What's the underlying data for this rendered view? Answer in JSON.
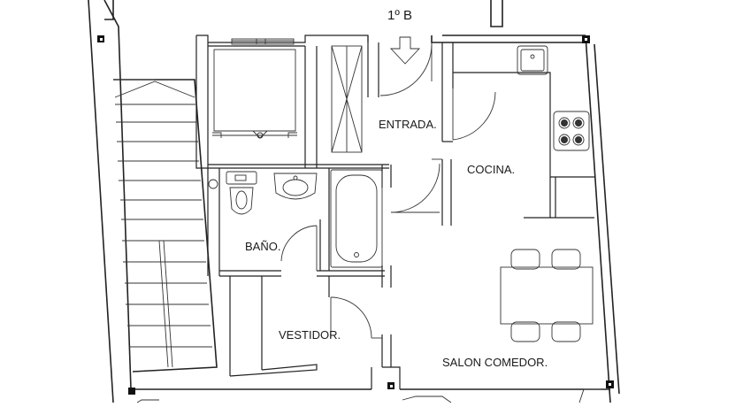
{
  "plan": {
    "unit_title": "1º B",
    "rooms": {
      "entrada": "ENTRADA.",
      "cocina": "COCINA.",
      "bano": "BAÑO.",
      "vestidor": "VESTIDOR.",
      "salon": "SALON COMEDOR."
    }
  },
  "colors": {
    "ink": "#222222",
    "paper": "#ffffff"
  }
}
